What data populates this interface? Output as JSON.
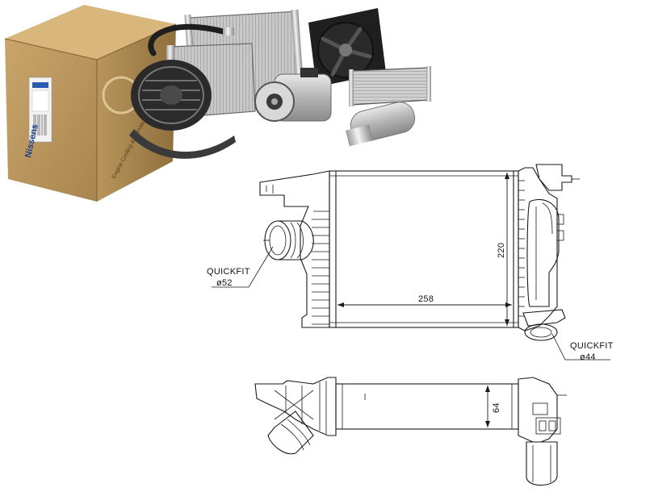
{
  "product_photo": {
    "box_brand": "Nissens",
    "box_tagline": "Engine Cooling & Climate"
  },
  "drawing": {
    "dimensions": {
      "width": "258",
      "height": "220",
      "depth": "64"
    },
    "callouts": {
      "inlet_type": "QUICKFIT",
      "inlet_size": "ø52",
      "outlet_type": "QUICKFIT",
      "outlet_size": "ø44"
    }
  }
}
